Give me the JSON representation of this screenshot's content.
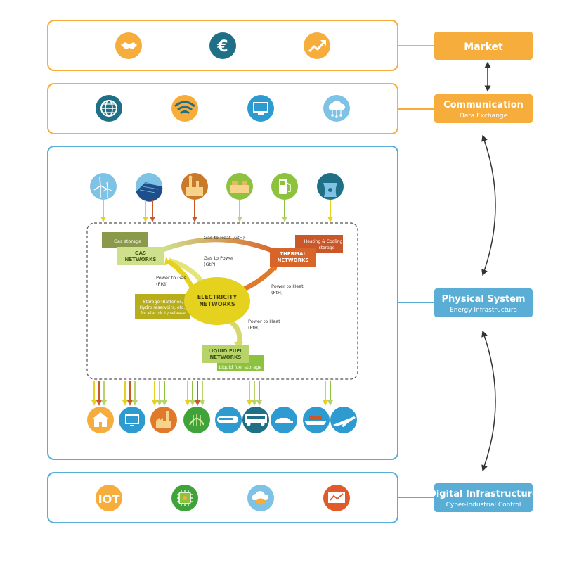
{
  "layers": {
    "market": {
      "title": "Market",
      "subtitle": ""
    },
    "communication": {
      "title": "Communication",
      "subtitle": "Data Exchange"
    },
    "physical": {
      "title": "Physical System",
      "subtitle": "Energy Infrastructure"
    },
    "digital": {
      "title": "Digital Infrastructure",
      "subtitle": "Cyber-Industrial Control"
    }
  },
  "digital_icons": {
    "iot": "IOT"
  },
  "network": {
    "gas_storage": "Gas storage",
    "gas_networks": [
      "GAS",
      "NETWORKS"
    ],
    "gas_to_heat": "Gas to Heat (GtH)",
    "gas_to_power": [
      "Gas to Power",
      "(GtP)"
    ],
    "power_to_gas": [
      "Power to Gas",
      "(PtG)"
    ],
    "power_to_heat_1": [
      "Power to Heat",
      "(PtH)"
    ],
    "power_to_heat_2": [
      "Power to Heat",
      "(PtH)"
    ],
    "heating_cooling": [
      "Heating & Cooling",
      "storage"
    ],
    "thermal_networks": [
      "THERMAL",
      "NETWORKS"
    ],
    "electricity_networks": [
      "ELECTRICITY",
      "NETWORKS"
    ],
    "storage": [
      "Storage (Batteries,",
      "Hydro reservoirs, etc.)",
      "for electricity release"
    ],
    "liquid_fuel_networks": [
      "LIQUID FUEL",
      "NETWORKS"
    ],
    "liquid_fuel_storage": "Liquid fuel storage"
  },
  "icons": {
    "market": [
      "handshake-icon",
      "euro-icon",
      "trend-up-icon"
    ],
    "communication": [
      "globe-icon",
      "wifi-icon",
      "monitor-icon",
      "cloud-network-icon"
    ],
    "sources": [
      "wind-turbine-icon",
      "solar-panel-icon",
      "factory-icon",
      "biomass-icon",
      "fuel-pump-icon",
      "nuclear-plant-icon"
    ],
    "consumers": [
      "house-icon",
      "computer-icon",
      "industry-icon",
      "agriculture-icon",
      "train-icon",
      "bus-icon",
      "car-icon",
      "ship-icon",
      "airplane-icon"
    ],
    "digital": [
      "iot-icon",
      "chip-icon",
      "cloud-security-icon",
      "dashboard-icon"
    ]
  },
  "colors": {
    "market_orange": "#f6ad3c",
    "physical_blue": "#5aaed6",
    "dark_teal": "#1f6f87",
    "electricity_yellow": "#e5d21f",
    "gas_green": "#b7d36a",
    "thermal_orange": "#d9642a",
    "liquid_green": "#8dc23f"
  }
}
